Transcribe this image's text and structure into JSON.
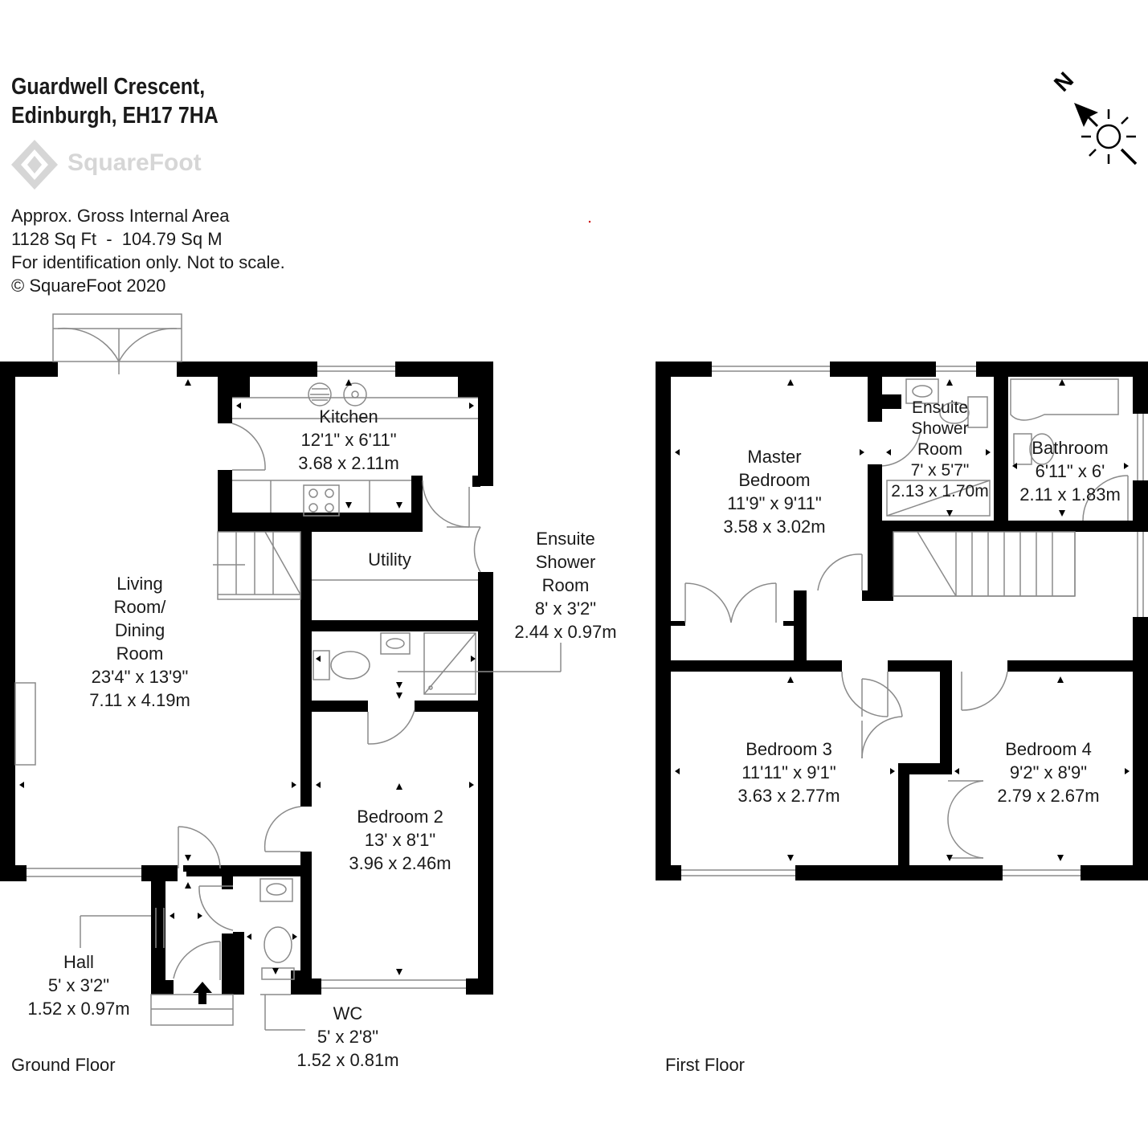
{
  "header": {
    "address_line1": "Guardwell Crescent,",
    "address_line2": "Edinburgh, EH17 7HA",
    "logo": "SquareFoot",
    "area_title": "Approx. Gross Internal Area",
    "area_value": "1128 Sq Ft  -  104.79 Sq M",
    "disclaimer": "For identification only. Not to scale.",
    "copyright": "© SquareFoot 2020"
  },
  "compass": {
    "north_label": "N",
    "icons": [
      "north-arrow-icon",
      "sun-icon"
    ]
  },
  "ground_floor": {
    "name": "Ground Floor",
    "rooms": {
      "kitchen": {
        "name": "Kitchen",
        "imperial": "12'1\" x 6'11\"",
        "metric": "3.68 x 2.11m"
      },
      "utility": {
        "name": "Utility"
      },
      "living": {
        "line1": "Living",
        "line2": "Room/",
        "line3": "Dining",
        "line4": "Room",
        "imperial": "23'4\" x 13'9\"",
        "metric": "7.11 x 4.19m"
      },
      "ensuite": {
        "line1": "Ensuite",
        "line2": "Shower",
        "line3": "Room",
        "imperial": "8' x 3'2\"",
        "metric": "2.44 x 0.97m"
      },
      "bedroom2": {
        "name": "Bedroom 2",
        "imperial": "13' x 8'1\"",
        "metric": "3.96 x 2.46m"
      },
      "hall": {
        "name": "Hall",
        "imperial": "5' x 3'2\"",
        "metric": "1.52 x 0.97m"
      },
      "wc": {
        "name": "WC",
        "imperial": "5' x 2'8\"",
        "metric": "1.52 x 0.81m"
      }
    }
  },
  "first_floor": {
    "name": "First Floor",
    "rooms": {
      "master": {
        "line1": "Master",
        "line2": "Bedroom",
        "imperial": "11'9\" x 9'11\"",
        "metric": "3.58 x 3.02m"
      },
      "ensuite": {
        "line1": "Ensuite",
        "line2": "Shower",
        "line3": "Room",
        "imperial": "7' x 5'7\"",
        "metric": "2.13 x 1.70m"
      },
      "bathroom": {
        "name": "Bathroom",
        "imperial": "6'11\" x 6'",
        "metric": "2.11 x 1.83m"
      },
      "bedroom3": {
        "name": "Bedroom 3",
        "imperial": "11'11\" x 9'1\"",
        "metric": "3.63 x 2.77m"
      },
      "bedroom4": {
        "name": "Bedroom 4",
        "imperial": "9'2\" x 8'9\"",
        "metric": "2.79 x 2.67m"
      }
    }
  },
  "colors": {
    "wall": "#000000",
    "text": "#1a1a1a",
    "logo": "#d6d6d6",
    "fixture": "#9a9a9a"
  }
}
